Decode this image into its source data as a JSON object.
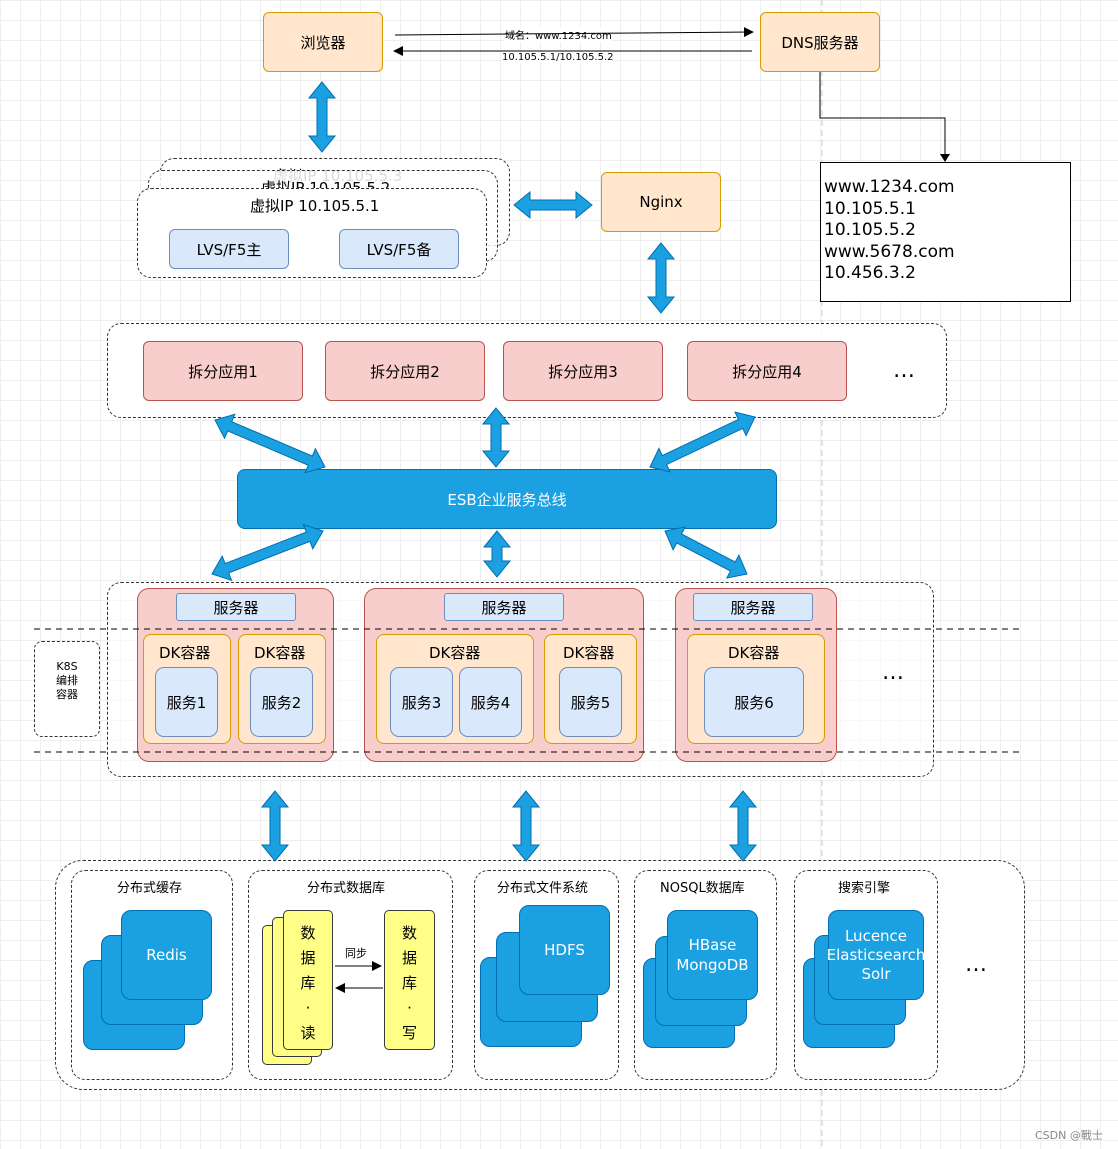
{
  "browser": "浏览器",
  "dns_server": "DNS服务器",
  "domain_arrow": "域名：www.1234.com",
  "ip_arrow": "10.105.5.1/10.105.5.2",
  "dns_records": [
    "www.1234.com",
    "10.105.5.1",
    "10.105.5.2",
    "www.5678.com",
    "10.456.3.2"
  ],
  "vip_back2": "虚拟IP 10.105.5.3",
  "vip_back1": "虚拟IP 10.105.5.2",
  "vip_front": "虚拟IP 10.105.5.1",
  "lvs_main": "LVS/F5主",
  "lvs_backup": "LVS/F5备",
  "nginx": "Nginx",
  "apps": [
    "拆分应用1",
    "拆分应用2",
    "拆分应用3",
    "拆分应用4"
  ],
  "ellipsis": "…",
  "esb": "ESB企业服务总线",
  "server_label": "服务器",
  "dk_label": "DK容器",
  "services": [
    "服务1",
    "服务2",
    "服务3",
    "服务4",
    "服务5",
    "服务6"
  ],
  "k8s": [
    "K8S",
    "编排",
    "容器"
  ],
  "cache_title": "分布式缓存",
  "redis": "Redis",
  "db_title": "分布式数据库",
  "db_read": [
    "数",
    "据",
    "库",
    "·",
    "读"
  ],
  "db_write": [
    "数",
    "据",
    "库",
    "·",
    "写"
  ],
  "sync": "同步",
  "fs_title": "分布式文件系统",
  "hdfs": "HDFS",
  "nosql_title": "NOSQL数据库",
  "nosql_items": [
    "HBase",
    "MongoDB"
  ],
  "search_title": "搜索引擎",
  "search_items": [
    "Lucence",
    "Elasticsearch",
    "Solr"
  ],
  "watermark": "CSDN @戰士",
  "colors": {
    "orange": "#ffe6cc",
    "pink": "#f8cecc",
    "blue": "#dae8fc",
    "navy": "#1ba1e2",
    "yellow": "#ffff88"
  }
}
